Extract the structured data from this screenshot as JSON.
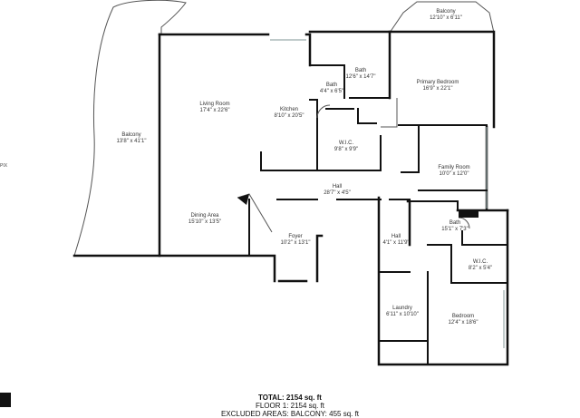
{
  "rooms": {
    "balcony_top": {
      "name": "Balcony",
      "dims": "12'10\" x 6'11\""
    },
    "balcony_left": {
      "name": "Balcony",
      "dims": "13'8\" x 41'1\""
    },
    "living": {
      "name": "Living Room",
      "dims": "17'4\" x 22'6\""
    },
    "kitchen": {
      "name": "Kitchen",
      "dims": "8'10\" x 20'5\""
    },
    "bath1": {
      "name": "Bath",
      "dims": "12'6\" x 14'7\""
    },
    "bath2": {
      "name": "Bath",
      "dims": "4'4\" x 6'5\""
    },
    "primary": {
      "name": "Primary Bedroom",
      "dims": "16'9\" x 22'1\""
    },
    "wic1": {
      "name": "W.I.C.",
      "dims": "9'8\" x 9'9\""
    },
    "family": {
      "name": "Family Room",
      "dims": "10'0\" x 12'0\""
    },
    "hall1": {
      "name": "Hall",
      "dims": "28'7\" x 4'5\""
    },
    "dining": {
      "name": "Dining Area",
      "dims": "15'10\" x 13'5\""
    },
    "foyer": {
      "name": "Foyer",
      "dims": "10'2\" x 13'1\""
    },
    "bath3": {
      "name": "Bath",
      "dims": "15'1\" x 7'3\""
    },
    "hall2": {
      "name": "Hall",
      "dims": "4'1\" x 11'9\""
    },
    "wic2": {
      "name": "W.I.C.",
      "dims": "8'2\" x 5'4\""
    },
    "laundry": {
      "name": "Laundry",
      "dims": "6'11\" x 10'10\""
    },
    "bedroom": {
      "name": "Bedroom",
      "dims": "12'4\" x 18'6\""
    }
  },
  "summary": {
    "total": "TOTAL: 2154 sq. ft",
    "floor": "FLOOR 1: 2154 sq. ft",
    "excluded": "EXCLUDED AREAS: BALCONY: 455 sq. ft"
  },
  "logo_text": "PIX",
  "colors": {
    "wall": "#111111",
    "window": "#99aaaa",
    "text": "#333333"
  }
}
